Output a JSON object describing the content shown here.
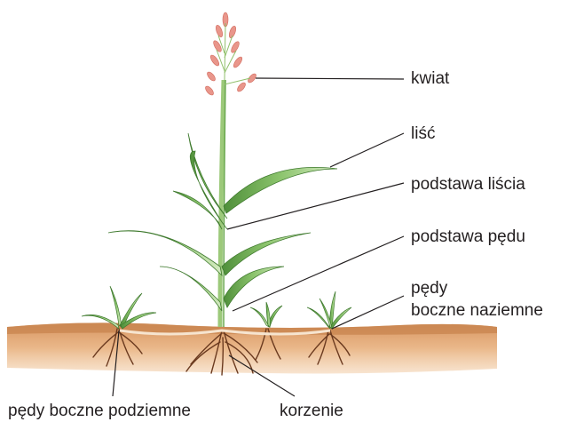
{
  "labels": {
    "flower": "kwiat",
    "leaf": "liść",
    "leaf_base": "podstawa liścia",
    "shoot_base": "podstawa pędu",
    "side_shoots_above_line1": "pędy",
    "side_shoots_above_line2": "boczne naziemne",
    "side_shoots_below": "pędy boczne podziemne",
    "roots": "korzenie"
  },
  "colors": {
    "soil_dark": "#c98a52",
    "soil_light": "#e8b07a",
    "leaf_green": "#6aa84f",
    "leaf_light": "#b5d99a",
    "stem": "#8fbf6a",
    "flower": "#e9968b",
    "root": "#6b3a1f",
    "leader_line": "#231f20",
    "text": "#231f20"
  }
}
